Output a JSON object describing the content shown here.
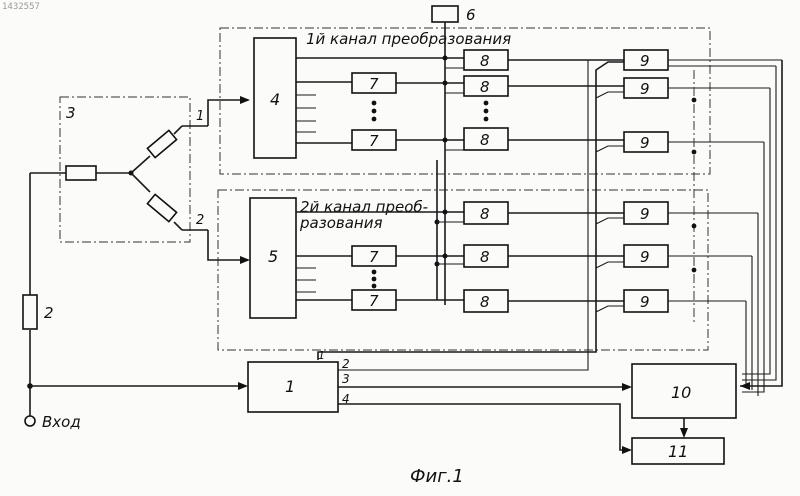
{
  "patent_number": "1432557",
  "caption": "Фиг.1",
  "input_label": "Вход",
  "channel1_label": "1й канал преобразования",
  "channel2_label_line1": "2й канал преоб-",
  "channel2_label_line2": "разования",
  "blocks": {
    "b1": "1",
    "b2": "2",
    "b3": "3",
    "b4": "4",
    "b5": "5",
    "b6": "6",
    "b7": "7",
    "b8": "8",
    "b9": "9",
    "b10": "10",
    "b11": "11"
  },
  "wire_labels": {
    "out1": "1",
    "out2": "2",
    "b1_o1": "1",
    "b1_o2": "2",
    "b1_o3": "3",
    "b1_o4": "4"
  }
}
